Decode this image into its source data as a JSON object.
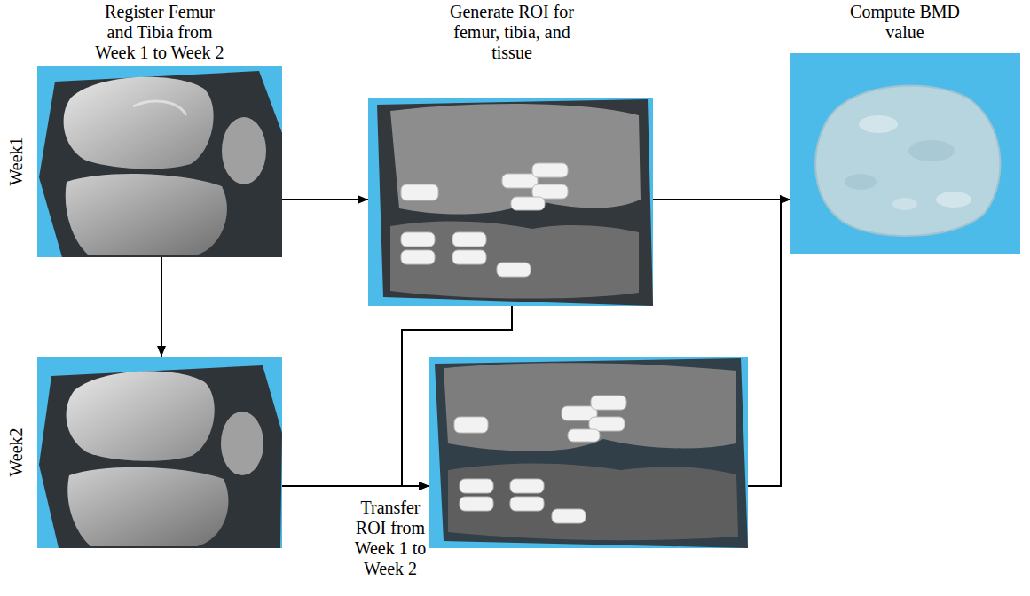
{
  "diagram": {
    "nodes": [
      {
        "text": [
          "Register Femur and Tibia from Week 1 to Week 2",
          "Week1"
        ]
      },
      {
        "text": [
          "Generate ROI for femur, tibia, and tissue"
        ]
      },
      {
        "text": [
          "Compute BMD value"
        ]
      },
      {
        "text": [
          "Week2"
        ]
      },
      {
        "text": [
          "Transfer ROI from Week 1 to Week 2"
        ]
      }
    ],
    "edges": [
      {
        "from": 0,
        "to": 1,
        "arrow": "to"
      },
      {
        "from": 0,
        "to": 3,
        "arrow": "to"
      },
      {
        "from": 3,
        "to": 4,
        "arrow": "to"
      },
      {
        "from": 1,
        "to": 4,
        "arrow": "to"
      },
      {
        "from": 1,
        "to": 2,
        "arrow": "to"
      },
      {
        "from": 4,
        "to": 2,
        "arrow": "to"
      }
    ]
  }
}
